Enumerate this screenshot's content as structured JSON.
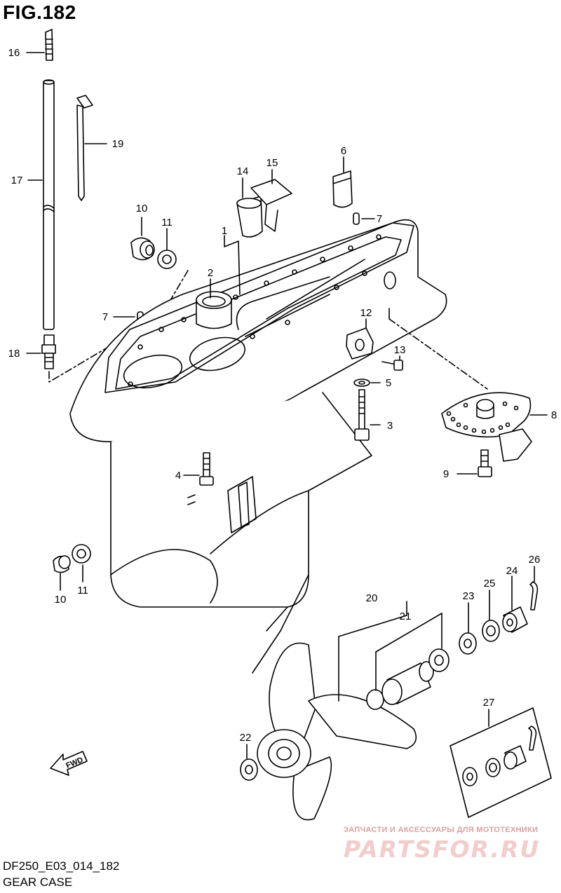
{
  "figure": {
    "title": "FIG.182"
  },
  "footer": {
    "code": "DF250_E03_014_182",
    "caption": "GEAR CASE"
  },
  "watermark": {
    "line1": "ЗАПЧАСТИ И АКСЕССУАРЫ ДЛЯ МОТОТЕХНИКИ",
    "line2": "PARTSFOR.RU",
    "color": "#e9a3a3"
  },
  "direction_badge": "FWD",
  "callouts": {
    "c1": "1",
    "c2": "2",
    "c3": "3",
    "c4": "4",
    "c5": "5",
    "c6": "6",
    "c7a": "7",
    "c7b": "7",
    "c8": "8",
    "c9": "9",
    "c10a": "10",
    "c10b": "10",
    "c11a": "11",
    "c11b": "11",
    "c12": "12",
    "c13": "13",
    "c14": "14",
    "c15": "15",
    "c16": "16",
    "c17": "17",
    "c18": "18",
    "c19": "19",
    "c20": "20",
    "c21": "21",
    "c22": "22",
    "c23": "23",
    "c24": "24",
    "c25": "25",
    "c26": "26",
    "c27": "27"
  }
}
